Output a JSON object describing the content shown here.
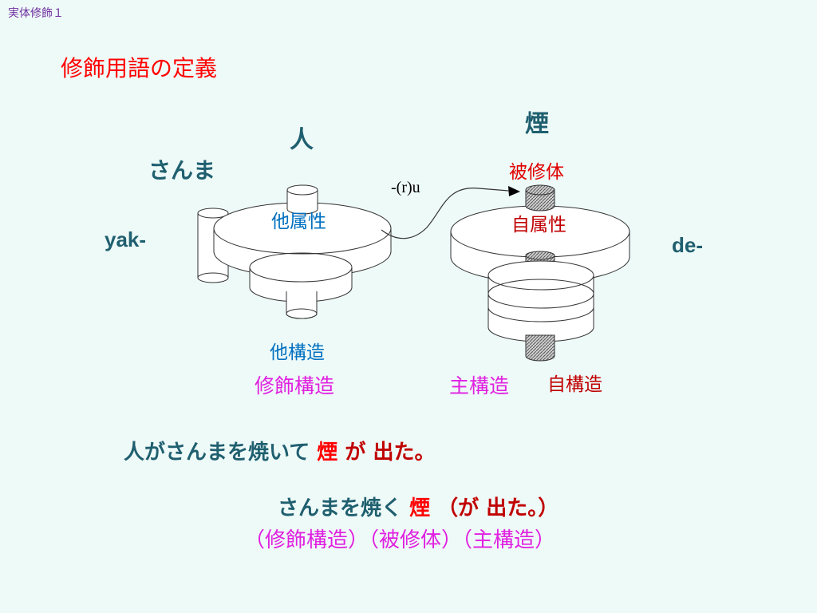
{
  "corner_label": "実体修飾１",
  "title": "修飾用語の定義",
  "diagram": {
    "hito": "人",
    "kemuri": "煙",
    "sanma": "さんま",
    "yak": "yak-",
    "de": "de-",
    "hishuutai": "被修体",
    "connector": "-(r)u",
    "tazokusei": "他属性",
    "jizokusei": "自属性",
    "takouzou": "他構造",
    "shuushoku_kouzou": "修飾構造",
    "shukouzou": "主構造",
    "jikouzou": "自構造"
  },
  "sentence1": {
    "part1": "人がさんまを焼いて",
    "kemuri": "煙",
    "ga": "が",
    "deta": "出た。"
  },
  "sentence2": {
    "part1": "さんまを焼く",
    "kemuri": "煙",
    "paren_open": "（が",
    "deta": "出た。）"
  },
  "sentence3": {
    "p1": "（修飾構造）",
    "p2": "（被修体）",
    "p3": "（主構造）"
  },
  "colors": {
    "teal": "#1f5f6f",
    "blue": "#0070c0",
    "red": "#ff0000",
    "darkred": "#c00000",
    "magenta": "#e020e0",
    "background": "#eefaf8"
  }
}
